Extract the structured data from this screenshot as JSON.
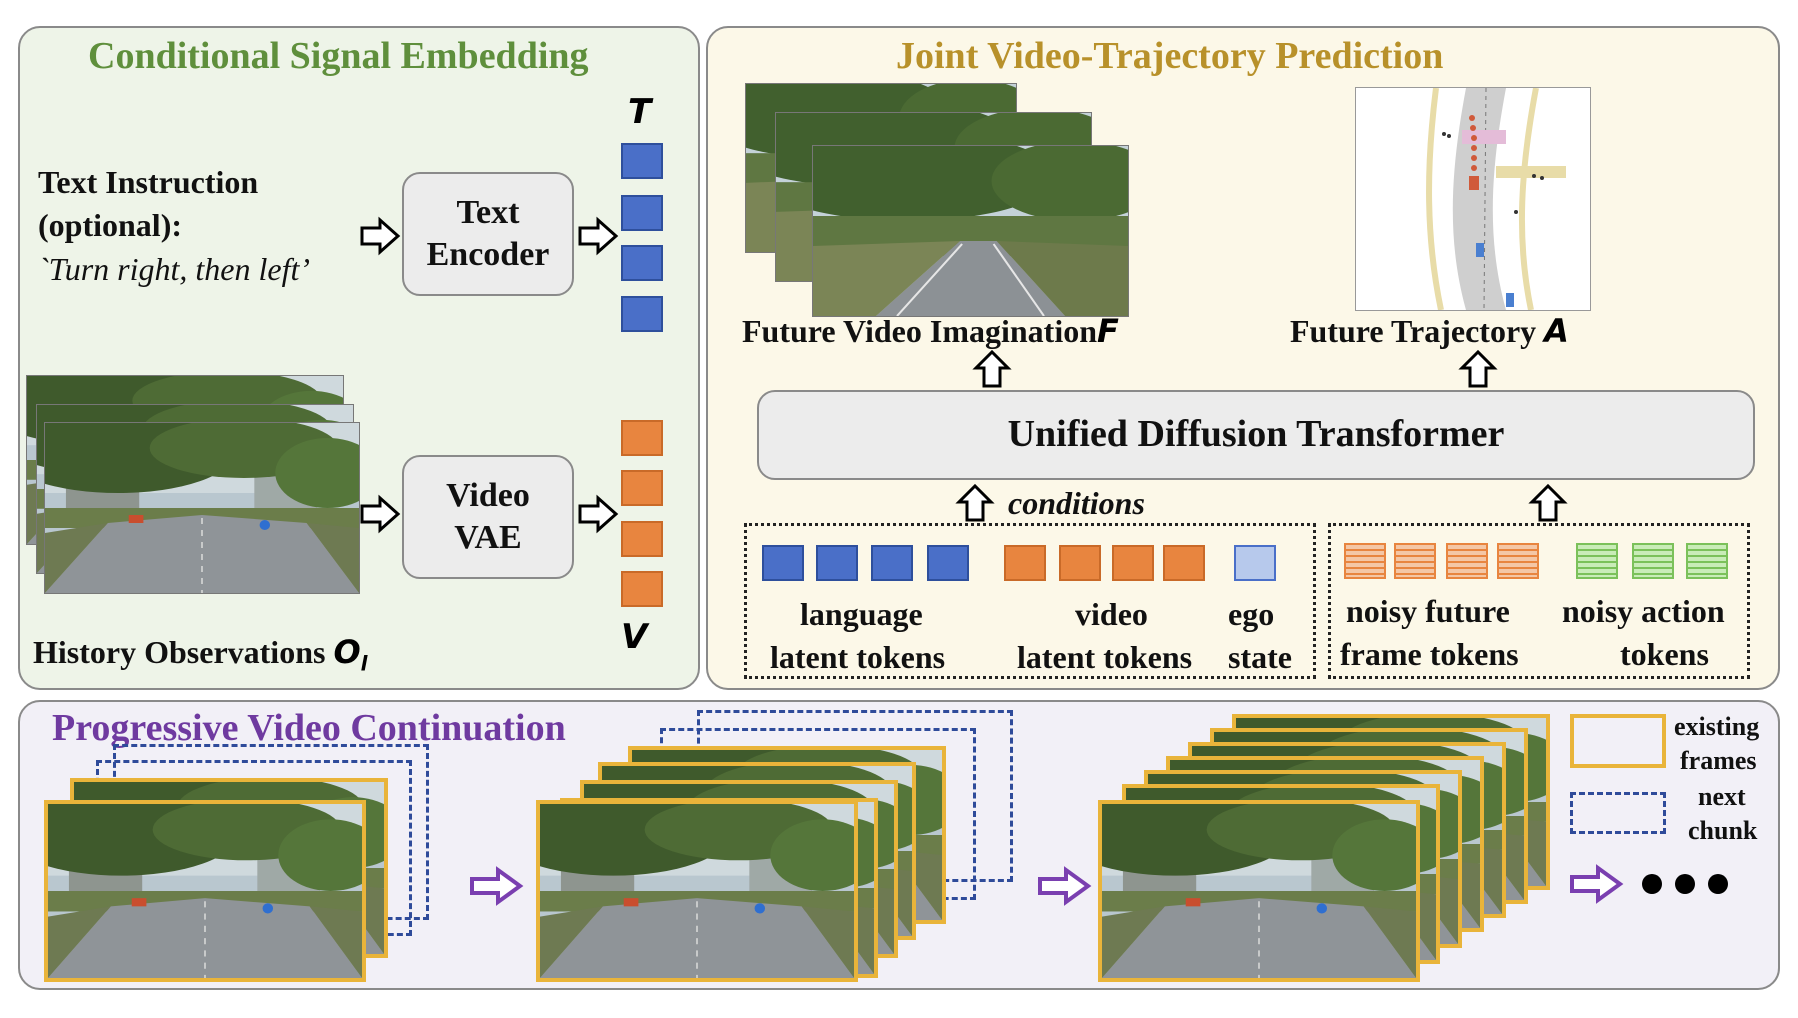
{
  "colors": {
    "green_title": "#5f8f3c",
    "gold_title": "#b8912a",
    "purple_title": "#6f3aa0",
    "language_token": "#4a6fc8",
    "video_token": "#e8853f",
    "ego_token": "#b7c9ec",
    "action_token": "#7bc15a",
    "existing_frame_border": "#e9b43a",
    "next_chunk_border": "#2f4b9a",
    "arrow_purple": "#7a3fb0"
  },
  "panel_embedding": {
    "title": "Conditional Signal Embedding",
    "text_instruction_line1": "Text Instruction",
    "text_instruction_line2": "(optional):",
    "text_instruction_example": "`Turn right, then left’",
    "text_encoder_line1": "Text",
    "text_encoder_line2": "Encoder",
    "video_vae_line1": "Video",
    "video_vae_line2": "VAE",
    "symbol_text": "T",
    "symbol_video": "V",
    "history_label": "History Observations",
    "history_symbol": "O",
    "history_subscript": "l"
  },
  "panel_prediction": {
    "title": "Joint Video-Trajectory Prediction",
    "future_video_label": "Future Video Imagination",
    "future_video_symbol": "F",
    "future_trajectory_label": "Future Trajectory",
    "future_trajectory_symbol": "A",
    "transformer_label": "Unified Diffusion Transformer",
    "conditions_label": "conditions",
    "language_tokens_line1": "language",
    "language_tokens_line2": "latent tokens",
    "video_tokens_line1": "video",
    "video_tokens_line2": "latent tokens",
    "ego_line1": "ego",
    "ego_line2": "state",
    "noisy_frame_line1": "noisy future",
    "noisy_frame_line2": "frame tokens",
    "noisy_action_line1": "noisy action",
    "noisy_action_line2": "tokens"
  },
  "panel_continuation": {
    "title": "Progressive Video Continuation",
    "legend_existing_line1": "existing",
    "legend_existing_line2": "frames",
    "legend_next_line1": "next",
    "legend_next_line2": "chunk"
  }
}
